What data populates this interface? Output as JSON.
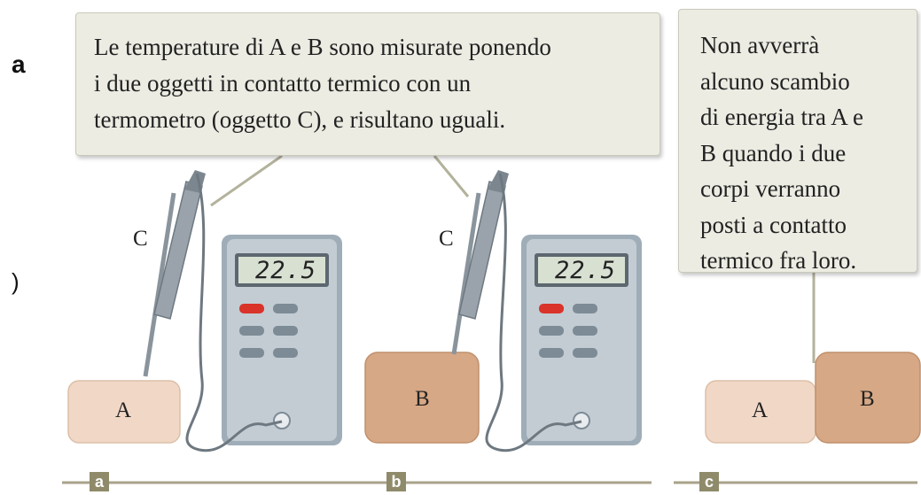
{
  "callouts": {
    "ab": [
      "Le temperature di A e B sono misurate ponendo",
      "i due oggetti in contatto termico con un",
      "termometro (oggetto C), e risultano uguali."
    ],
    "c": [
      "Non avverrà",
      "alcuno scambio",
      "di energia tra A e",
      "B quando i due",
      "corpi verranno",
      "posti a contatto",
      "termico fra loro."
    ]
  },
  "side_labels": {
    "a": "a",
    "b": ")"
  },
  "panels": {
    "a": {
      "tag": "a",
      "object": "A",
      "probe_label": "C",
      "display": "22.5"
    },
    "b": {
      "tag": "b",
      "object": "B",
      "probe_label": "C",
      "display": "22.5"
    },
    "c": {
      "tag": "c",
      "object_left": "A",
      "object_right": "B"
    }
  },
  "colors": {
    "callout_bg": "#ecece3",
    "object_a": "#f1d8c6",
    "object_b": "#d7a885",
    "meter_body": "#b9c4cc",
    "button_red": "#d9332a",
    "tag": "#8f8b6a"
  }
}
